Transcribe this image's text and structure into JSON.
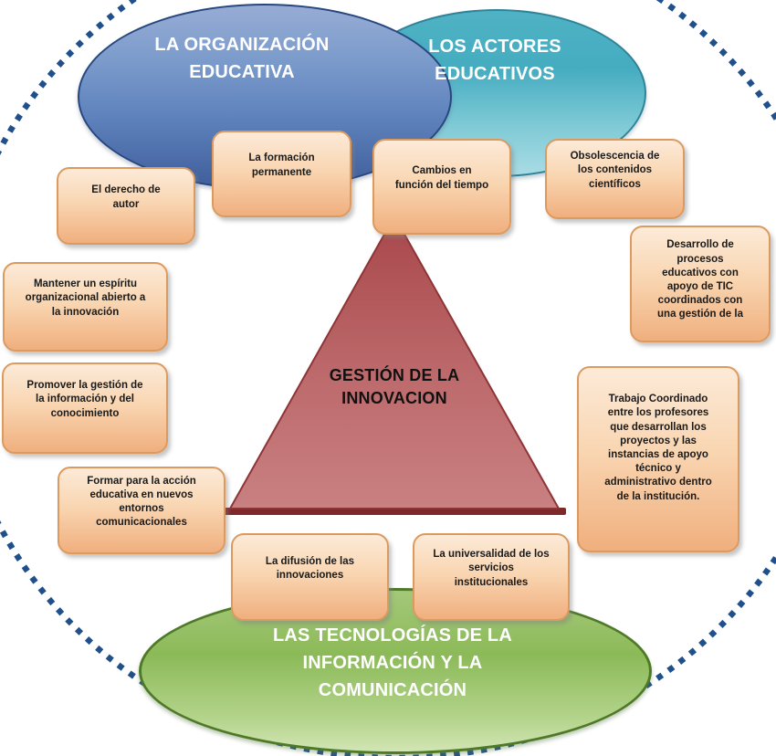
{
  "diagram": {
    "type": "concept-diagram",
    "center_triangle": {
      "label": "GESTIÓN DE LA\nINNOVACION"
    },
    "ellipses": {
      "organizacion": {
        "label": "LA ORGANIZACIÓN\nEDUCATIVA"
      },
      "actores": {
        "label": "LOS ACTORES\nEDUCATIVOS"
      },
      "tic": {
        "label": "LAS TECNOLOGÍAS DE LA\nINFORMACIÓN Y LA\nCOMUNICACIÓN"
      }
    },
    "boxes": [
      {
        "id": "formacion-permanente",
        "text": "La formación\npermanente"
      },
      {
        "id": "cambios-tiempo",
        "text": "Cambios en\nfunción del tiempo"
      },
      {
        "id": "derecho-autor",
        "text": "El derecho de\nautor"
      },
      {
        "id": "obsolescencia-contenidos",
        "text": "Obsolescencia de\nlos contenidos\ncientíficos"
      },
      {
        "id": "desarrollo-procesos",
        "text": "Desarrollo de\nprocesos\neducativos con\napoyo de TIC\ncoordinados con\nuna gestión de la"
      },
      {
        "id": "espiritu-organizacional",
        "text": "Mantener un espíritu\norganizacional abierto a\nla innovación"
      },
      {
        "id": "promover-gestion",
        "text": "Promover la gestión de\nla información y del\nconocimiento"
      },
      {
        "id": "formar-accion",
        "text": "Formar para la acción\neducativa en nuevos\nentornos\ncomunicacionales"
      },
      {
        "id": "trabajo-coordinado",
        "text": "Trabajo Coordinado\nentre los profesores\nque desarrollan los\nproyectos y las\ninstancias de apoyo\ntécnico y\nadministrativo dentro\nde la institución."
      },
      {
        "id": "difusion-innovaciones",
        "text": "La difusión de las\ninnovaciones"
      },
      {
        "id": "universalidad-servicios",
        "text": "La universalidad de los\nservicios\ninstitucionales"
      }
    ],
    "colors": {
      "dashed_border": "#20508C",
      "ellipse_blue": "#5F83BD",
      "ellipse_blue_border": "#26477F",
      "ellipse_teal": "#45ACC0",
      "ellipse_teal_border": "#2F8399",
      "ellipse_green": "#8CBA58",
      "ellipse_green_border": "#4E7A28",
      "triangle_top": "#A8474B",
      "triangle_bottom": "#C98081",
      "triangle_border": "#8E3437",
      "triangle_base_bar": "#7D292B",
      "box_fill_top": "#FCEAD8",
      "box_fill_bottom": "#F0AF7E",
      "box_border": "#DD9A5F",
      "title_text": "#111111",
      "ellipse_text": "#FFFFFF"
    }
  }
}
